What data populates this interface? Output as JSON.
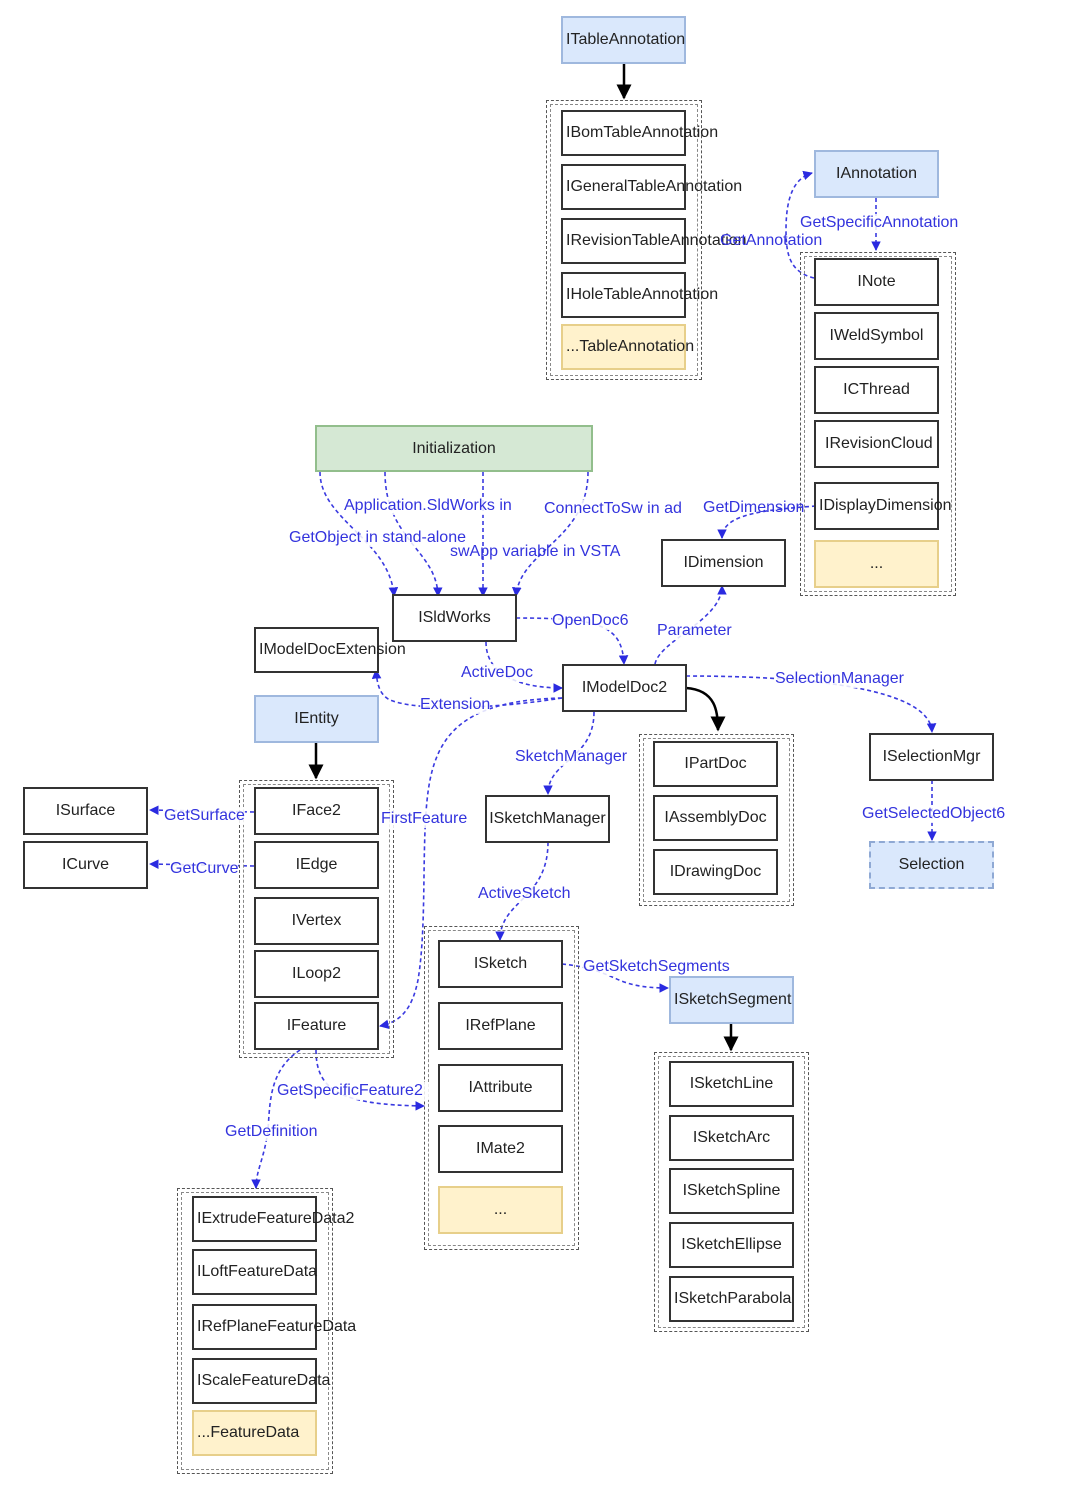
{
  "nodes": {
    "ITableAnnotation": "ITableAnnotation",
    "IBomTableAnnotation": "IBomTableAnnotation",
    "IGeneralTableAnnotation": "IGeneralTableAnnotation",
    "IRevisionTableAnnotation": "IRevisionTableAnnotation",
    "IHoleTableAnnotation": "IHoleTableAnnotation",
    "TableAnnotationOther": "...TableAnnotation",
    "IAnnotation": "IAnnotation",
    "INote": "INote",
    "IWeldSymbol": "IWeldSymbol",
    "ICThread": "ICThread",
    "IRevisionCloud": "IRevisionCloud",
    "IDisplayDimension": "IDisplayDimension",
    "AnnotationOther": "...",
    "Initialization": "Initialization",
    "ISldWorks": "ISldWorks",
    "IDimension": "IDimension",
    "IModelDocExtension": "IModelDocExtension",
    "IModelDoc2": "IModelDoc2",
    "IEntity": "IEntity",
    "ISurface": "ISurface",
    "ICurve": "ICurve",
    "IFace2": "IFace2",
    "IEdge": "IEdge",
    "IVertex": "IVertex",
    "ILoop2": "ILoop2",
    "IFeature": "IFeature",
    "IPartDoc": "IPartDoc",
    "IAssemblyDoc": "IAssemblyDoc",
    "IDrawingDoc": "IDrawingDoc",
    "ISelectionMgr": "ISelectionMgr",
    "Selection": "Selection",
    "ISketchManager": "ISketchManager",
    "ISketch": "ISketch",
    "IRefPlane": "IRefPlane",
    "IAttribute": "IAttribute",
    "IMate2": "IMate2",
    "FeatureSubOther": "...",
    "ISketchSegment": "ISketchSegment",
    "ISketchLine": "ISketchLine",
    "ISketchArc": "ISketchArc",
    "ISketchSpline": "ISketchSpline",
    "ISketchEllipse": "ISketchEllipse",
    "ISketchParabola": "ISketchParabola",
    "IExtrudeFeatureData2": "IExtrudeFeatureData2",
    "ILoftFeatureData": "ILoftFeatureData",
    "IRefPlaneFeatureData": "IRefPlaneFeatureData",
    "IScaleFeatureData": "IScaleFeatureData",
    "FeatureDataOther": "...FeatureData"
  },
  "edges": {
    "GetSpecificAnnotation": "GetSpecificAnnotation",
    "GetAnnotation": "GetAnnotation",
    "AppSldWorks": "Application.SldWorks in",
    "ConnectToSw": "ConnectToSw in ad",
    "GetDimension": "GetDimension",
    "GetObject": "GetObject in stand-alone",
    "SwApp": "swApp variable in VSTA",
    "OpenDoc6": "OpenDoc6",
    "Parameter": "Parameter",
    "ActiveDoc": "ActiveDoc",
    "SelectionManager": "SelectionManager",
    "Extension": "Extension",
    "SketchManager": "SketchManager",
    "GetSurface": "GetSurface",
    "FirstFeature": "FirstFeature",
    "GetSelectedObject6": "GetSelectedObject6",
    "GetCurve": "GetCurve",
    "ActiveSketch": "ActiveSketch",
    "GetSketchSegments": "GetSketchSegments",
    "GetSpecificFeature2": "GetSpecificFeature2",
    "GetDefinition": "GetDefinition"
  },
  "colors": {
    "blue_fill": "#dae8fc",
    "green_fill": "#d5e8d4",
    "yellow_fill": "#fff2cc",
    "edge_label": "#3333dd",
    "dashed_edge": "#3a3ae0",
    "solid_edge": "#000000"
  }
}
